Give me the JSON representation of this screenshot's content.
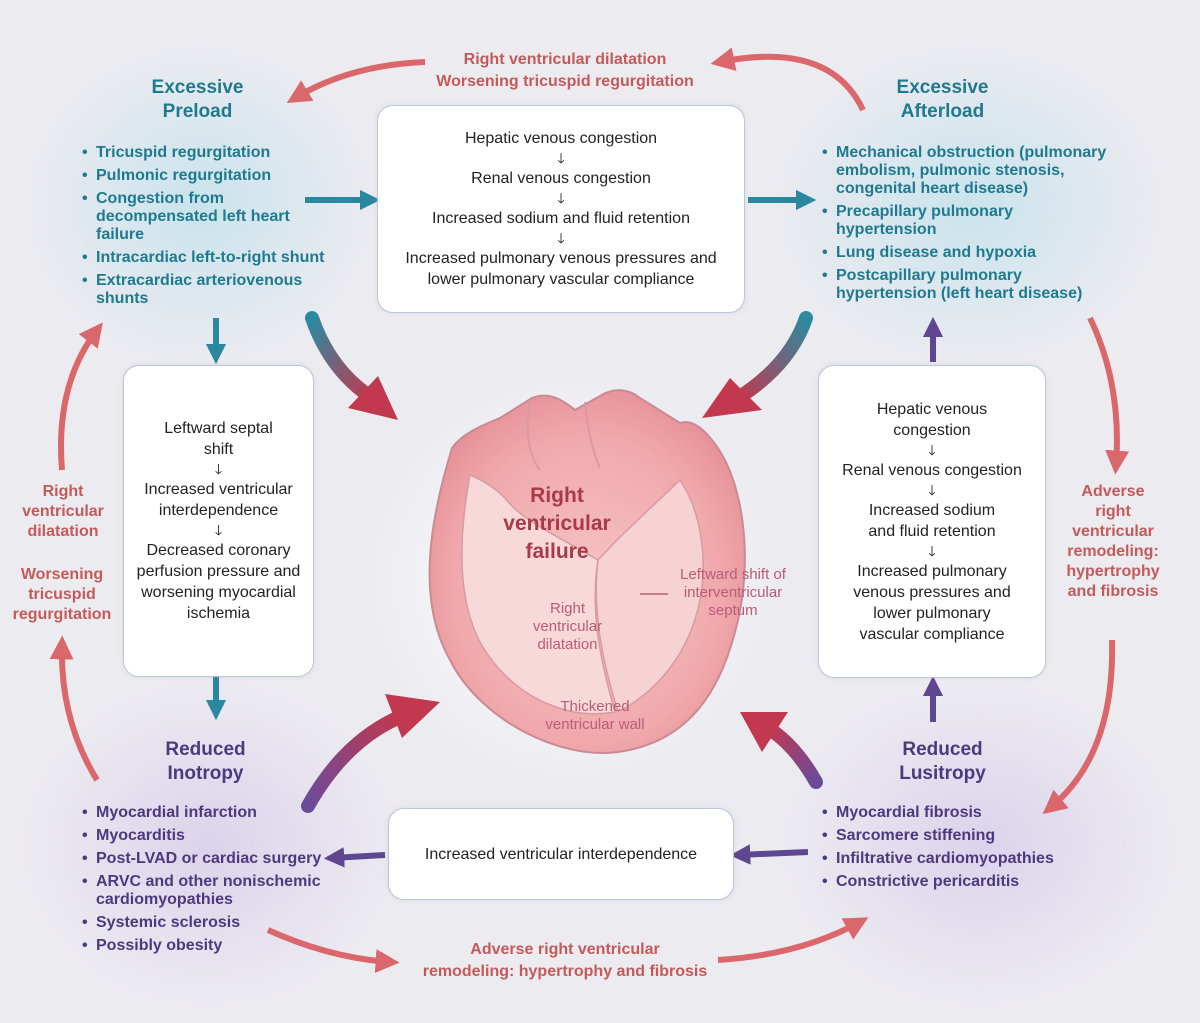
{
  "preload": {
    "title": "Excessive Preload",
    "items": [
      "Tricuspid regurgitation",
      "Pulmonic regurgitation",
      "Congestion from decompensated left heart failure",
      "Intracardiac left-to-right shunt",
      "Extracardiac arteriovenous shunts"
    ]
  },
  "afterload": {
    "title": "Excessive Afterload",
    "items": [
      "Mechanical obstruction (pulmonary embolism, pulmonic stenosis, congenital heart disease)",
      "Precapillary pulmonary hypertension",
      "Lung disease and hypoxia",
      "Postcapillary pulmonary hypertension (left heart disease)"
    ]
  },
  "inotropy": {
    "title": "Reduced Inotropy",
    "items": [
      "Myocardial infarction",
      "Myocarditis",
      "Post-LVAD or cardiac surgery",
      "ARVC and other nonischemic cardiomyopathies",
      "Systemic sclerosis",
      "Possibly obesity"
    ]
  },
  "lusitropy": {
    "title": "Reduced Lusitropy",
    "items": [
      "Myocardial fibrosis",
      "Sarcomere stiffening",
      "Infiltrative cardiomyopathies",
      "Constrictive pericarditis"
    ]
  },
  "top_box": [
    "Hepatic venous congestion",
    "Renal venous congestion",
    "Increased sodium and fluid retention",
    "Increased pulmonary venous pressures and lower pulmonary vascular compliance"
  ],
  "left_box": [
    "Leftward septal shift",
    "Increased ventricular interdependence",
    "Decreased coronary perfusion pressure and worsening myocardial ischemia"
  ],
  "right_box": [
    "Hepatic venous congestion",
    "Renal venous congestion",
    "Increased sodium and fluid retention",
    "Increased pulmonary venous pressures and lower pulmonary vascular compliance"
  ],
  "bottom_box": "Increased ventricular interdependence",
  "labels": {
    "top_line1": "Right ventricular dilatation",
    "top_line2": "Worsening tricuspid regurgitation",
    "left_dilatation": "Right ventricular dilatation",
    "left_tricuspid": "Worsening tricuspid regurgitation",
    "right_remodeling": "Adverse right ventricular remodeling: hypertrophy and fibrosis",
    "bottom_line1": "Adverse right ventricular",
    "bottom_line2": "remodeling: hypertrophy and fibrosis"
  },
  "heart": {
    "title": "Right ventricular failure",
    "dilatation": "Right ventricular dilatation",
    "septum": "Leftward shift of interventricular septum",
    "wall": "Thickened ventricular wall"
  },
  "colors": {
    "teal": "#1f7a8e",
    "purple": "#4b3a7d",
    "red": "#c45a5a",
    "heart_title": "#a83a4a"
  }
}
